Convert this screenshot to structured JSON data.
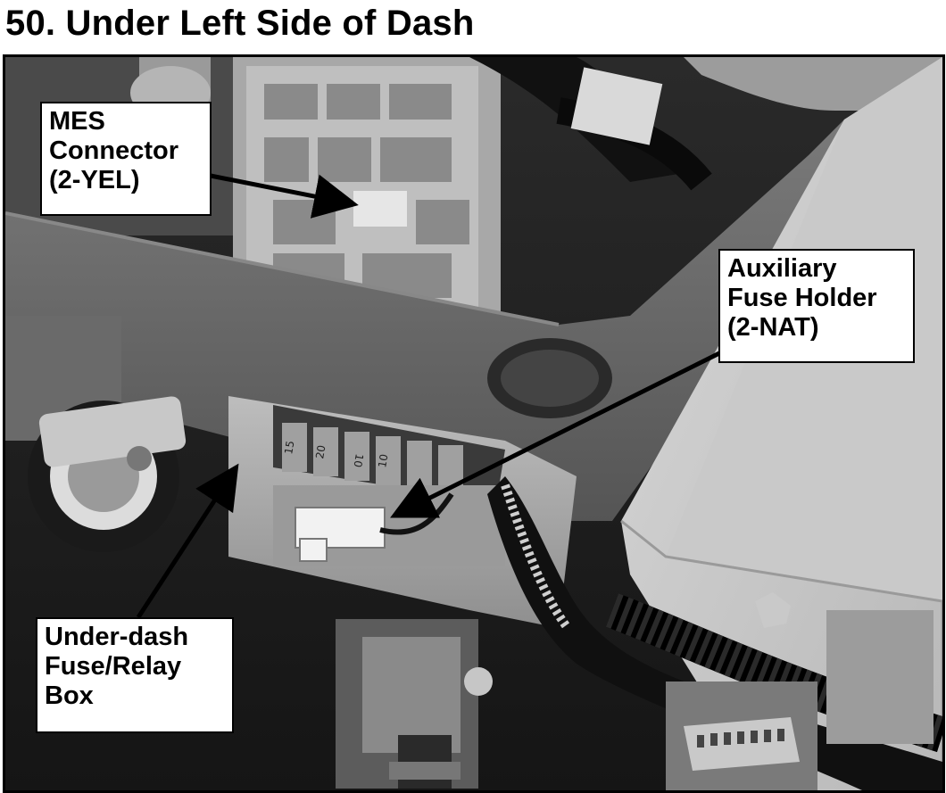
{
  "title": "50. Under Left Side of Dash",
  "callouts": {
    "mes_connector": {
      "line1": "MES",
      "line2": "Connector",
      "line3": "(2-YEL)"
    },
    "aux_fuse_holder": {
      "line1": "Auxiliary",
      "line2": "Fuse Holder",
      "line3": "(2-NAT)"
    },
    "underdash_box": {
      "line1": "Under-dash",
      "line2": "Fuse/Relay",
      "line3": "Box"
    }
  },
  "fuse_labels": [
    "15",
    "20",
    "10",
    "10"
  ]
}
